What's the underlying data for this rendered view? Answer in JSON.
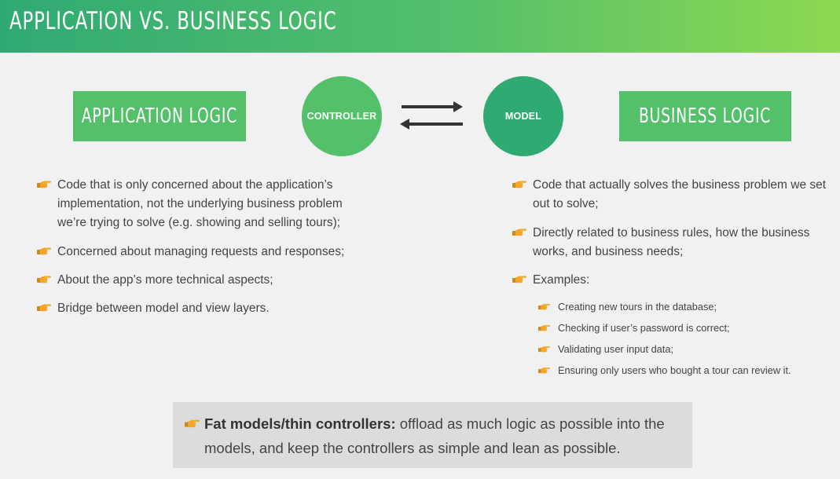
{
  "header": {
    "title": "APPLICATION VS. BUSINESS LOGIC"
  },
  "diagram": {
    "left_box": "APPLICATION LOGIC",
    "controller": "CONTROLLER",
    "model": "MODEL",
    "right_box": "BUSINESS LOGIC"
  },
  "application_logic": {
    "items": [
      "Code that is only concerned about the application’s implementation, not the underlying business problem we’re trying to solve (e.g. showing and selling tours);",
      "Concerned about managing requests and responses;",
      "About the app’s more technical aspects;",
      "Bridge between model and view layers."
    ]
  },
  "business_logic": {
    "items": [
      "Code that actually solves the business problem we set out to solve;",
      "Directly related to business rules, how the business works, and business needs;",
      "Examples:"
    ],
    "examples": [
      "Creating new tours in the database;",
      "Checking if user’s password is correct;",
      "Validating user input data;",
      "Ensuring only users who bought a tour can review it."
    ]
  },
  "callout": {
    "bold": "Fat models/thin controllers:",
    "text": " offload as much logic as possible into the models, and keep the controllers as simple and lean as possible."
  },
  "colors": {
    "header_start": "#2faa73",
    "header_end": "#8dd94f",
    "box_green": "#55c06a",
    "controller_green": "#55c06a",
    "model_green": "#2faa73",
    "bullet_hand": "#f4a62a"
  }
}
